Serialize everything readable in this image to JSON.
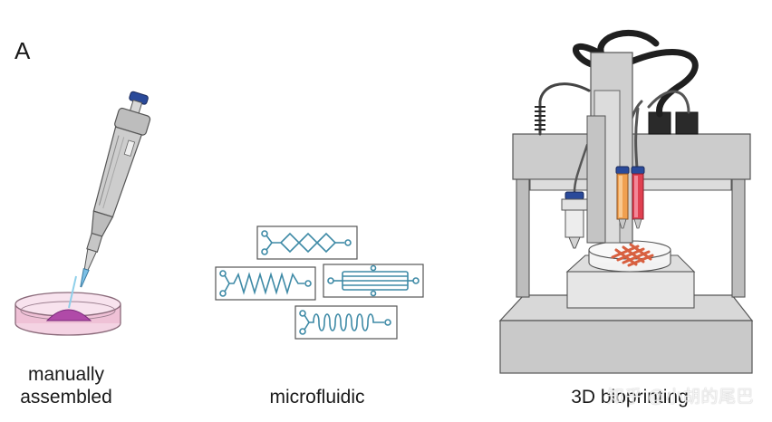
{
  "panel_letter": "A",
  "labels": {
    "manual_line1": "manually",
    "manual_line2": "assembled",
    "microfluidic": "microfluidic",
    "bioprinting": "3D bioprinting"
  },
  "watermark": "知乎 @小胡的尾巴",
  "colors": {
    "pipette_body": "#c9c9c9",
    "pipette_tip_blue": "#2a4a9a",
    "dish_pink": "#e79cc0",
    "droplet_magenta": "#b04aa8",
    "channel_teal": "#3e8aa6",
    "printer_gray": "#c8c8c8",
    "cartridge_orange": "#f0a050",
    "cartridge_red": "#e04050",
    "printed_lattice": "#d86040",
    "cable_black": "#1f1f1f"
  }
}
